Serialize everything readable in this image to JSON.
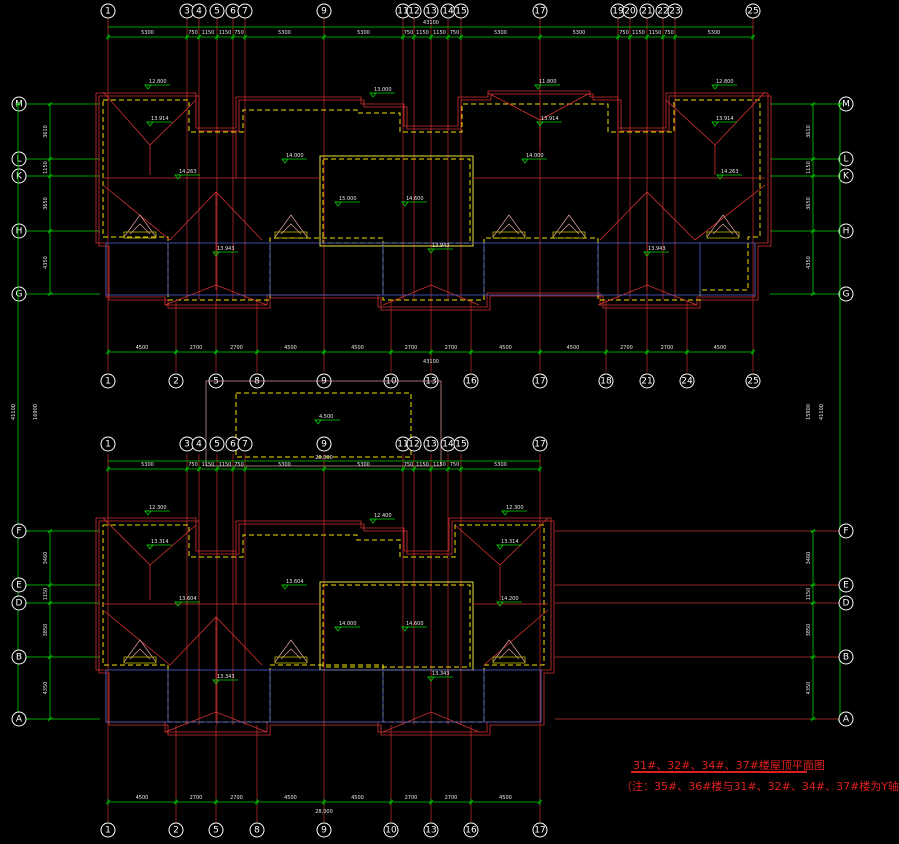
{
  "drawing": {
    "title": "31#、32#、34#、37#楼屋顶平面图",
    "note": "（注：35#、36#楼与31#、32#、34#、37#楼为Y轴",
    "colors": {
      "background": "#000000",
      "axis": "#00d000",
      "wall": "#d23232",
      "eave": "#f0e000",
      "text": "#e02020"
    }
  },
  "upper_plan": {
    "top_axes": [
      "1",
      "3",
      "4",
      "5",
      "6",
      "7",
      "9",
      "11",
      "12",
      "13",
      "14",
      "15",
      "17",
      "19",
      "20",
      "21",
      "22",
      "23",
      "25"
    ],
    "bottom_axes": [
      "1",
      "2",
      "5",
      "8",
      "9",
      "10",
      "13",
      "16",
      "17",
      "18",
      "21",
      "24",
      "25"
    ],
    "row_axes": [
      "M",
      "L",
      "K",
      "H",
      "G"
    ],
    "top_total": "43100",
    "top_dims": [
      "5300",
      "750",
      "1150",
      "1150",
      "750",
      "5300",
      "5300",
      "750",
      "1150",
      "1150",
      "750",
      "5300",
      "5300",
      "750",
      "1150",
      "1150",
      "750",
      "5300"
    ],
    "bottom_total": "43100",
    "bottom_dims": [
      "4500",
      "2700",
      "2700",
      "4500",
      "4500",
      "2700",
      "2700",
      "4500",
      "4500",
      "2700",
      "2700",
      "4500"
    ],
    "left_dims": [
      "3610",
      "1150",
      "3650",
      "4350"
    ],
    "right_dims": [
      "3610",
      "1150",
      "3650",
      "4350"
    ],
    "left_total": "41100",
    "left_sub": "16900",
    "right_total": "41100",
    "right_sub": "15900",
    "elevations": [
      "12.800",
      "13.000",
      "11.800",
      "12.800",
      "13.914",
      "13.914",
      "13.914",
      "14.000",
      "14.000",
      "14.263",
      "14.263",
      "15.000",
      "14.600",
      "13.943",
      "13.943",
      "13.943"
    ]
  },
  "lower_plan": {
    "top_axes": [
      "1",
      "3",
      "4",
      "5",
      "6",
      "7",
      "9",
      "11",
      "12",
      "13",
      "14",
      "15",
      "17"
    ],
    "bottom_axes": [
      "1",
      "2",
      "5",
      "8",
      "9",
      "10",
      "13",
      "16",
      "17"
    ],
    "row_axes": [
      "F",
      "E",
      "D",
      "B",
      "A"
    ],
    "top_total": "28,000",
    "top_dims": [
      "5300",
      "750",
      "1150",
      "1150",
      "750",
      "5300",
      "5300",
      "750",
      "1150",
      "1150",
      "750",
      "5300"
    ],
    "bottom_total": "28,000",
    "bottom_dims": [
      "4500",
      "2700",
      "2700",
      "4500",
      "4500",
      "2700",
      "2700",
      "4500"
    ],
    "left_dims": [
      "3460",
      "1150",
      "3850",
      "4350"
    ],
    "right_dims": [
      "3460",
      "1150",
      "3850",
      "4350"
    ],
    "elevations": [
      "12.300",
      "12.400",
      "12.300",
      "13.314",
      "13.314",
      "13.604",
      "13.604",
      "14.200",
      "14.000",
      "14.600",
      "13.343",
      "13.343"
    ],
    "mid_elevation": "4.500"
  }
}
